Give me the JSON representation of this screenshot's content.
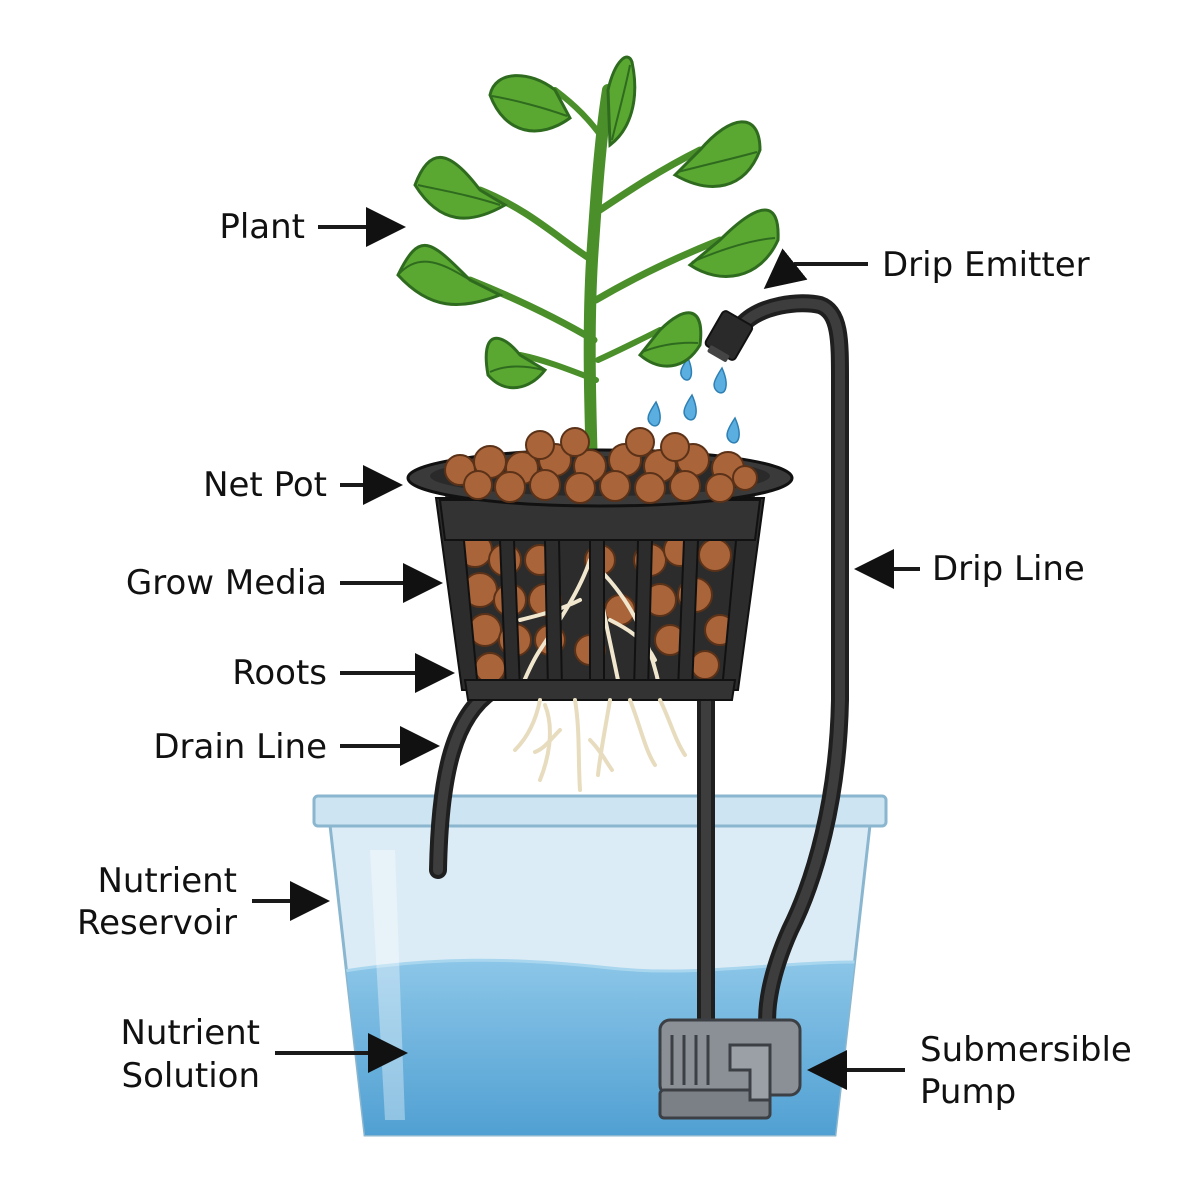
{
  "labels": {
    "plant": "Plant",
    "net_pot": "Net Pot",
    "grow_media": "Grow Media",
    "roots": "Roots",
    "drain_line": "Drain Line",
    "nutrient_reservoir_1": "Nutrient",
    "nutrient_reservoir_2": "Reservoir",
    "nutrient_solution_1": "Nutrient",
    "nutrient_solution_2": "Solution",
    "drip_emitter": "Drip Emitter",
    "drip_line": "Drip Line",
    "submersible_pump_1": "Submersible",
    "submersible_pump_2": "Pump"
  },
  "colors": {
    "leaf": "#5aa832",
    "leaf_dark": "#2f6b1f",
    "pebble": "#a9643a",
    "pot": "#333333",
    "water": "#6fb3dc",
    "reservoir": "#cfe6f3",
    "tube": "#2b2b2b",
    "pump": "#8a9096",
    "droplet": "#5aaee0"
  }
}
